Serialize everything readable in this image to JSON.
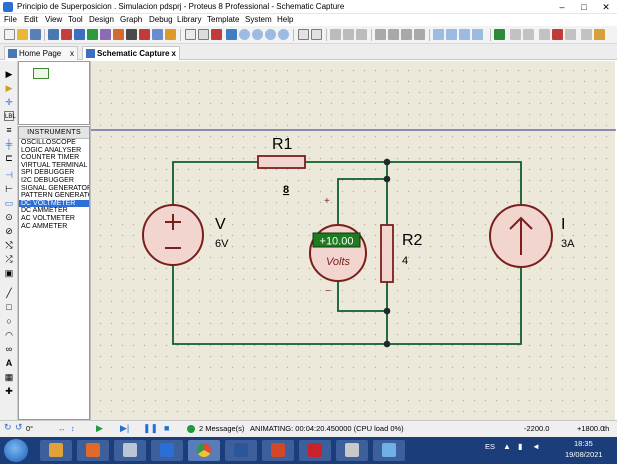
{
  "window": {
    "title": "Principio de Superposicion . Simulacion pdsprj - Proteus 8 Professional - Schematic Capture",
    "controls": [
      "–",
      "□",
      "✕"
    ]
  },
  "menu": [
    "File",
    "Edit",
    "View",
    "Tool",
    "Design",
    "Graph",
    "Debug",
    "Library",
    "Template",
    "System",
    "Help"
  ],
  "tabs": [
    {
      "label": "Home Page",
      "close": "x"
    },
    {
      "label": "Schematic Capture",
      "close": "x"
    }
  ],
  "instruments": {
    "header": "INSTRUMENTS",
    "items": [
      "OSCILLOSCOPE",
      "LOGIC ANALYSER",
      "COUNTER TIMER",
      "VIRTUAL TERMINAL",
      "SPI DEBUGGER",
      "I2C DEBUGGER",
      "SIGNAL GENERATOR",
      "PATTERN GENERATO",
      "DC VOLTMETER",
      "DC AMMETER",
      "AC VOLTMETER",
      "AC AMMETER"
    ],
    "selected_index": 8
  },
  "circuit": {
    "r1": {
      "name": "R1",
      "value": "8"
    },
    "v": {
      "name": "V",
      "value": "6V"
    },
    "voltmeter": {
      "reading": "+10.00",
      "unit": "Volts",
      "plus": "+",
      "minus": "−"
    },
    "r2": {
      "name": "R2",
      "value": "4"
    },
    "i": {
      "name": "I",
      "value": "3A"
    }
  },
  "status": {
    "rotation": "0°",
    "messages": "2 Message(s)",
    "animating": "ANIMATING: 00:04:20.450000 (CPU load 0%)",
    "x_coord": "-2200.0",
    "y_coord": "+1800.0",
    "th": "th"
  },
  "taskbar": {
    "language": "ES",
    "time": "18:35",
    "date": "19/08/2021"
  },
  "colors": {
    "component_fill": "#f3d5d0",
    "component_stroke": "#7a1e1e",
    "wire": "#0f5d2a",
    "junction": "#1c2a2a",
    "meter_display": "#1f7a22",
    "selected": "#2f6fd6",
    "taskbar": "#1b3e7a"
  }
}
